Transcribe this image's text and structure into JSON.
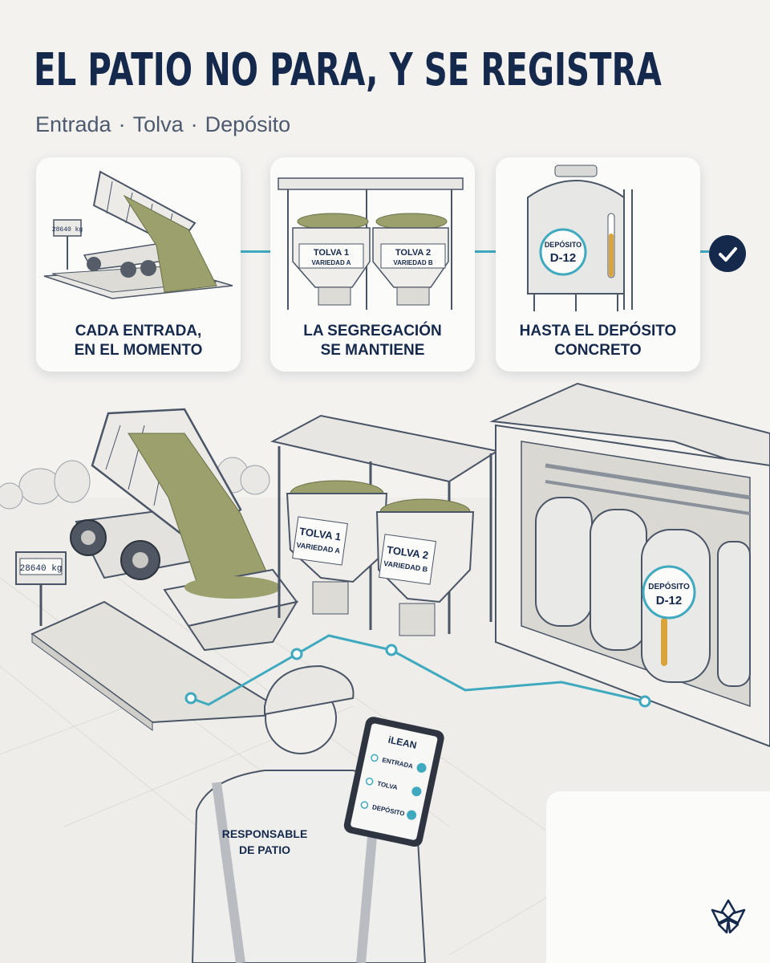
{
  "header": {
    "title": "EL PATIO NO PARA, Y SE REGISTRA",
    "subtitle": {
      "entrada": "Entrada",
      "tolva": "Tolva",
      "deposito": "Depósito",
      "separator": "·"
    }
  },
  "steps": [
    {
      "line1": "CADA ENTRADA,",
      "line2": "EN EL MOMENTO",
      "scale_reading": "28640 kg"
    },
    {
      "line1": "LA SEGREGACIÓN",
      "line2": "SE MANTIENE",
      "tolva1": {
        "name": "TOLVA 1",
        "variety": "VARIEDAD A"
      },
      "tolva2": {
        "name": "TOLVA 2",
        "variety": "VARIEDAD B"
      }
    },
    {
      "line1": "HASTA EL DEPÓSITO",
      "line2": "CONCRETO",
      "tank": {
        "label": "DEPÓSITO",
        "id": "D-12"
      }
    }
  ],
  "scene": {
    "scale_reading": "28640 kg",
    "tolva1": {
      "name": "TOLVA 1",
      "variety": "VARIEDAD A"
    },
    "tolva2": {
      "name": "TOLVA 2",
      "variety": "VARIEDAD B"
    },
    "tank": {
      "label": "DEPÓSITO",
      "id": "D-12"
    },
    "vest": {
      "line1": "RESPONSABLE",
      "line2": "DE PATIO"
    }
  },
  "tablet": {
    "app_name": "iLEAN",
    "steps": [
      "ENTRADA",
      "TOLVA",
      "DEPÓSITO"
    ]
  },
  "colors": {
    "navy": "#15294c",
    "teal": "#3fa9bf",
    "grape": "#8c9460",
    "background": "#f3f2ef"
  },
  "icons": [
    "check-icon",
    "brand-logo-icon"
  ]
}
